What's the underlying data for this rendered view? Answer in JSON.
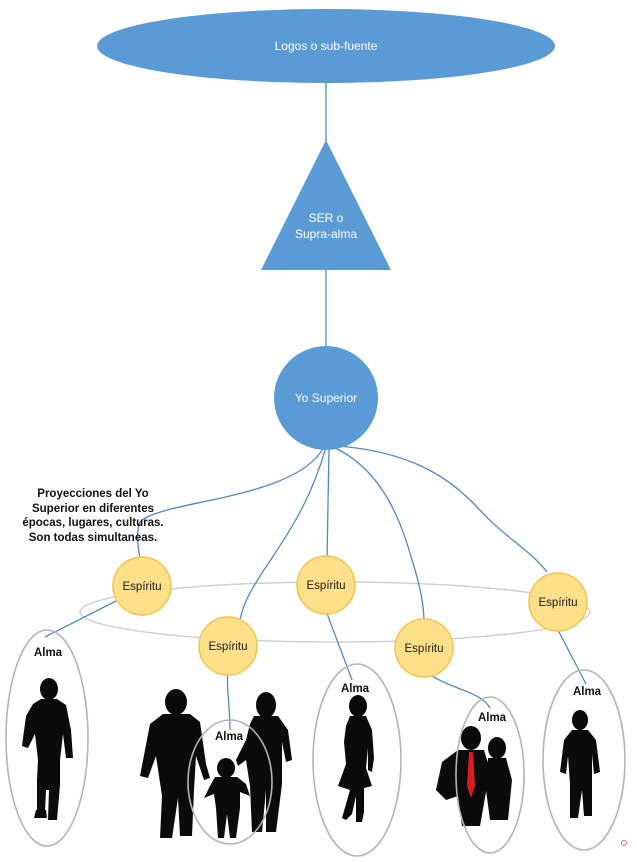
{
  "logos": {
    "label": "Logos o sub-fuente"
  },
  "ser": {
    "line1": "SER o",
    "line2": "Supra-alma"
  },
  "yo_superior": {
    "label": "Yo Superior"
  },
  "projection_note": "Proyecciones del Yo Superior en diferentes épocas, lugares, culturas. Son todas simultaneas.",
  "espiritu_nodes": [
    {
      "label": "Espíritu"
    },
    {
      "label": "Espíritu"
    },
    {
      "label": "Espíritu"
    },
    {
      "label": "Espíritu"
    },
    {
      "label": "Espíritu"
    }
  ],
  "alma_labels": [
    {
      "label": "Alma"
    },
    {
      "label": "Alma"
    },
    {
      "label": "Alma"
    },
    {
      "label": "Alma"
    },
    {
      "label": "Alma"
    }
  ],
  "colors": {
    "blue_fill": "#5b9bd5",
    "blue_line": "#4f89c7",
    "espiritu_fill": "#ffe08a",
    "espiritu_stroke": "#f3c451",
    "ring_stroke": "#d0d0d0",
    "alma_stroke": "#b4b4b4",
    "silhouette": "#0b0b0b"
  }
}
